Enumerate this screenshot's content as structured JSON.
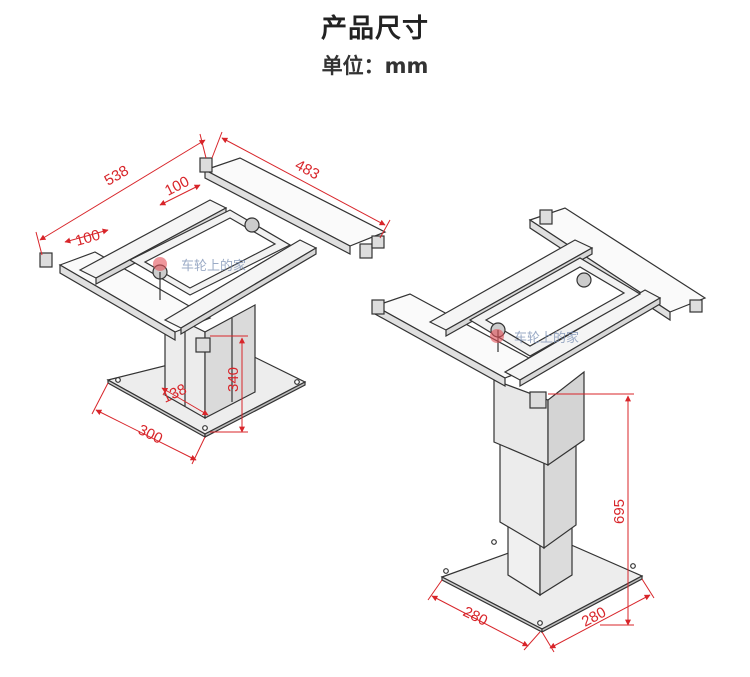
{
  "header": {
    "title": "产品尺寸",
    "unit_label": "单位：mm"
  },
  "watermark": {
    "text": "车轮上的家"
  },
  "colors": {
    "dimension": "#d8252a",
    "drawing": "#333333",
    "column_fill": "#e9e9e9",
    "base_fill": "#ededed"
  },
  "left_drawing": {
    "dimensions": {
      "frame_width": "538",
      "frame_depth": "483",
      "bracket_offset_top": "100",
      "bracket_offset_left": "100",
      "column_height": "340",
      "column_width": "138",
      "base_width": "300"
    }
  },
  "right_drawing": {
    "dimensions": {
      "column_height": "695",
      "base_width": "280",
      "base_depth": "280"
    }
  }
}
